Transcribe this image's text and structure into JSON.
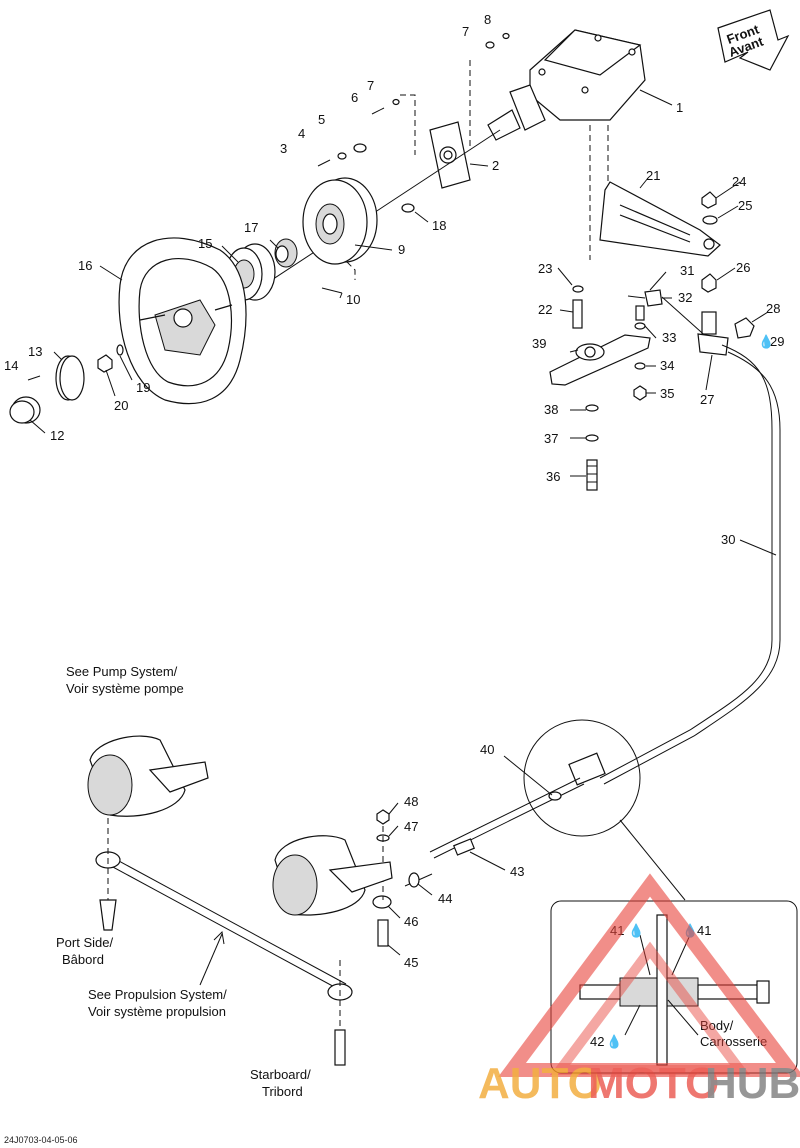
{
  "direction_badge": {
    "line1": "Front",
    "line2": "Avant"
  },
  "parts": [
    {
      "n": "1"
    },
    {
      "n": "2"
    },
    {
      "n": "3"
    },
    {
      "n": "4"
    },
    {
      "n": "5"
    },
    {
      "n": "6"
    },
    {
      "n": "7"
    },
    {
      "n": "7"
    },
    {
      "n": "8"
    },
    {
      "n": "9"
    },
    {
      "n": "10"
    },
    {
      "n": "12"
    },
    {
      "n": "13"
    },
    {
      "n": "14"
    },
    {
      "n": "15"
    },
    {
      "n": "16"
    },
    {
      "n": "17"
    },
    {
      "n": "18"
    },
    {
      "n": "19"
    },
    {
      "n": "20"
    },
    {
      "n": "21"
    },
    {
      "n": "22"
    },
    {
      "n": "23"
    },
    {
      "n": "24"
    },
    {
      "n": "25"
    },
    {
      "n": "26"
    },
    {
      "n": "27"
    },
    {
      "n": "28"
    },
    {
      "n": "29"
    },
    {
      "n": "30"
    },
    {
      "n": "31"
    },
    {
      "n": "32"
    },
    {
      "n": "33"
    },
    {
      "n": "34"
    },
    {
      "n": "35"
    },
    {
      "n": "36"
    },
    {
      "n": "37"
    },
    {
      "n": "38"
    },
    {
      "n": "39"
    },
    {
      "n": "40"
    },
    {
      "n": "43"
    },
    {
      "n": "44"
    },
    {
      "n": "45"
    },
    {
      "n": "46"
    },
    {
      "n": "47"
    },
    {
      "n": "48"
    }
  ],
  "notes": {
    "pump_1": "See Pump System/",
    "pump_2": "Voir système pompe",
    "port_1": "Port Side/",
    "port_2": "Bâbord",
    "prop_1": "See Propulsion System/",
    "prop_2": "Voir système propulsion",
    "star_1": "Starboard/",
    "star_2": "Tribord"
  },
  "detail": {
    "label_41_left": "41",
    "label_41_right": "41",
    "label_42": "42",
    "body_1": "Body/",
    "body_2": "Carrosserie"
  },
  "watermark": {
    "part1": "AUTO",
    "part2": "MOTO",
    "part3": "HUB"
  },
  "reference": "24J0703-04-05-06",
  "colors": {
    "watermark_red": "#e8433a",
    "watermark_orange": "#f0a020",
    "watermark_grey": "#777777"
  }
}
